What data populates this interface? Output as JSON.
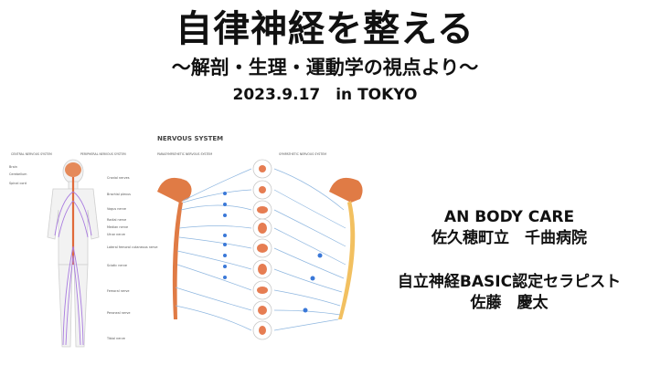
{
  "title": "自律神経を整える",
  "subtitle": "〜解剖・生理・運動学の視点より〜",
  "date_location": "2023.9.17　in TOKYO",
  "figure": {
    "title": "NERVOUS SYSTEM",
    "left_header_central": "CENTRAL NERVOUS SYSTEM",
    "left_header_peripheral": "PERIPHERAL NERVOUS SYSTEM",
    "left_labels": [
      "Brain",
      "Cerebellum",
      "Spinal cord"
    ],
    "right_labels": [
      "Cranial nerves",
      "Brachial plexus",
      "Vagus nerve",
      "Radial nerve",
      "Median nerve",
      "Ulnar nerve",
      "Lateral femoral cutaneous nerve",
      "Sciatic nerve",
      "Femoral nerve",
      "Peroneal nerve",
      "Tibial nerve"
    ],
    "para_header": "PARASYMPATHETIC NERVOUS SYSTEM",
    "symp_header": "SYMPATHETIC NERVOUS SYSTEM"
  },
  "info": {
    "company": "AN BODY CARE",
    "hospital": "佐久穂町立　千曲病院",
    "certification": "自立神経BASIC認定セラピスト",
    "name": "佐藤　慶太"
  },
  "colors": {
    "spine": "#e07b45",
    "nerve": "#8fb7e0",
    "accent": "#3a78d8",
    "organ": "#e67d52"
  }
}
